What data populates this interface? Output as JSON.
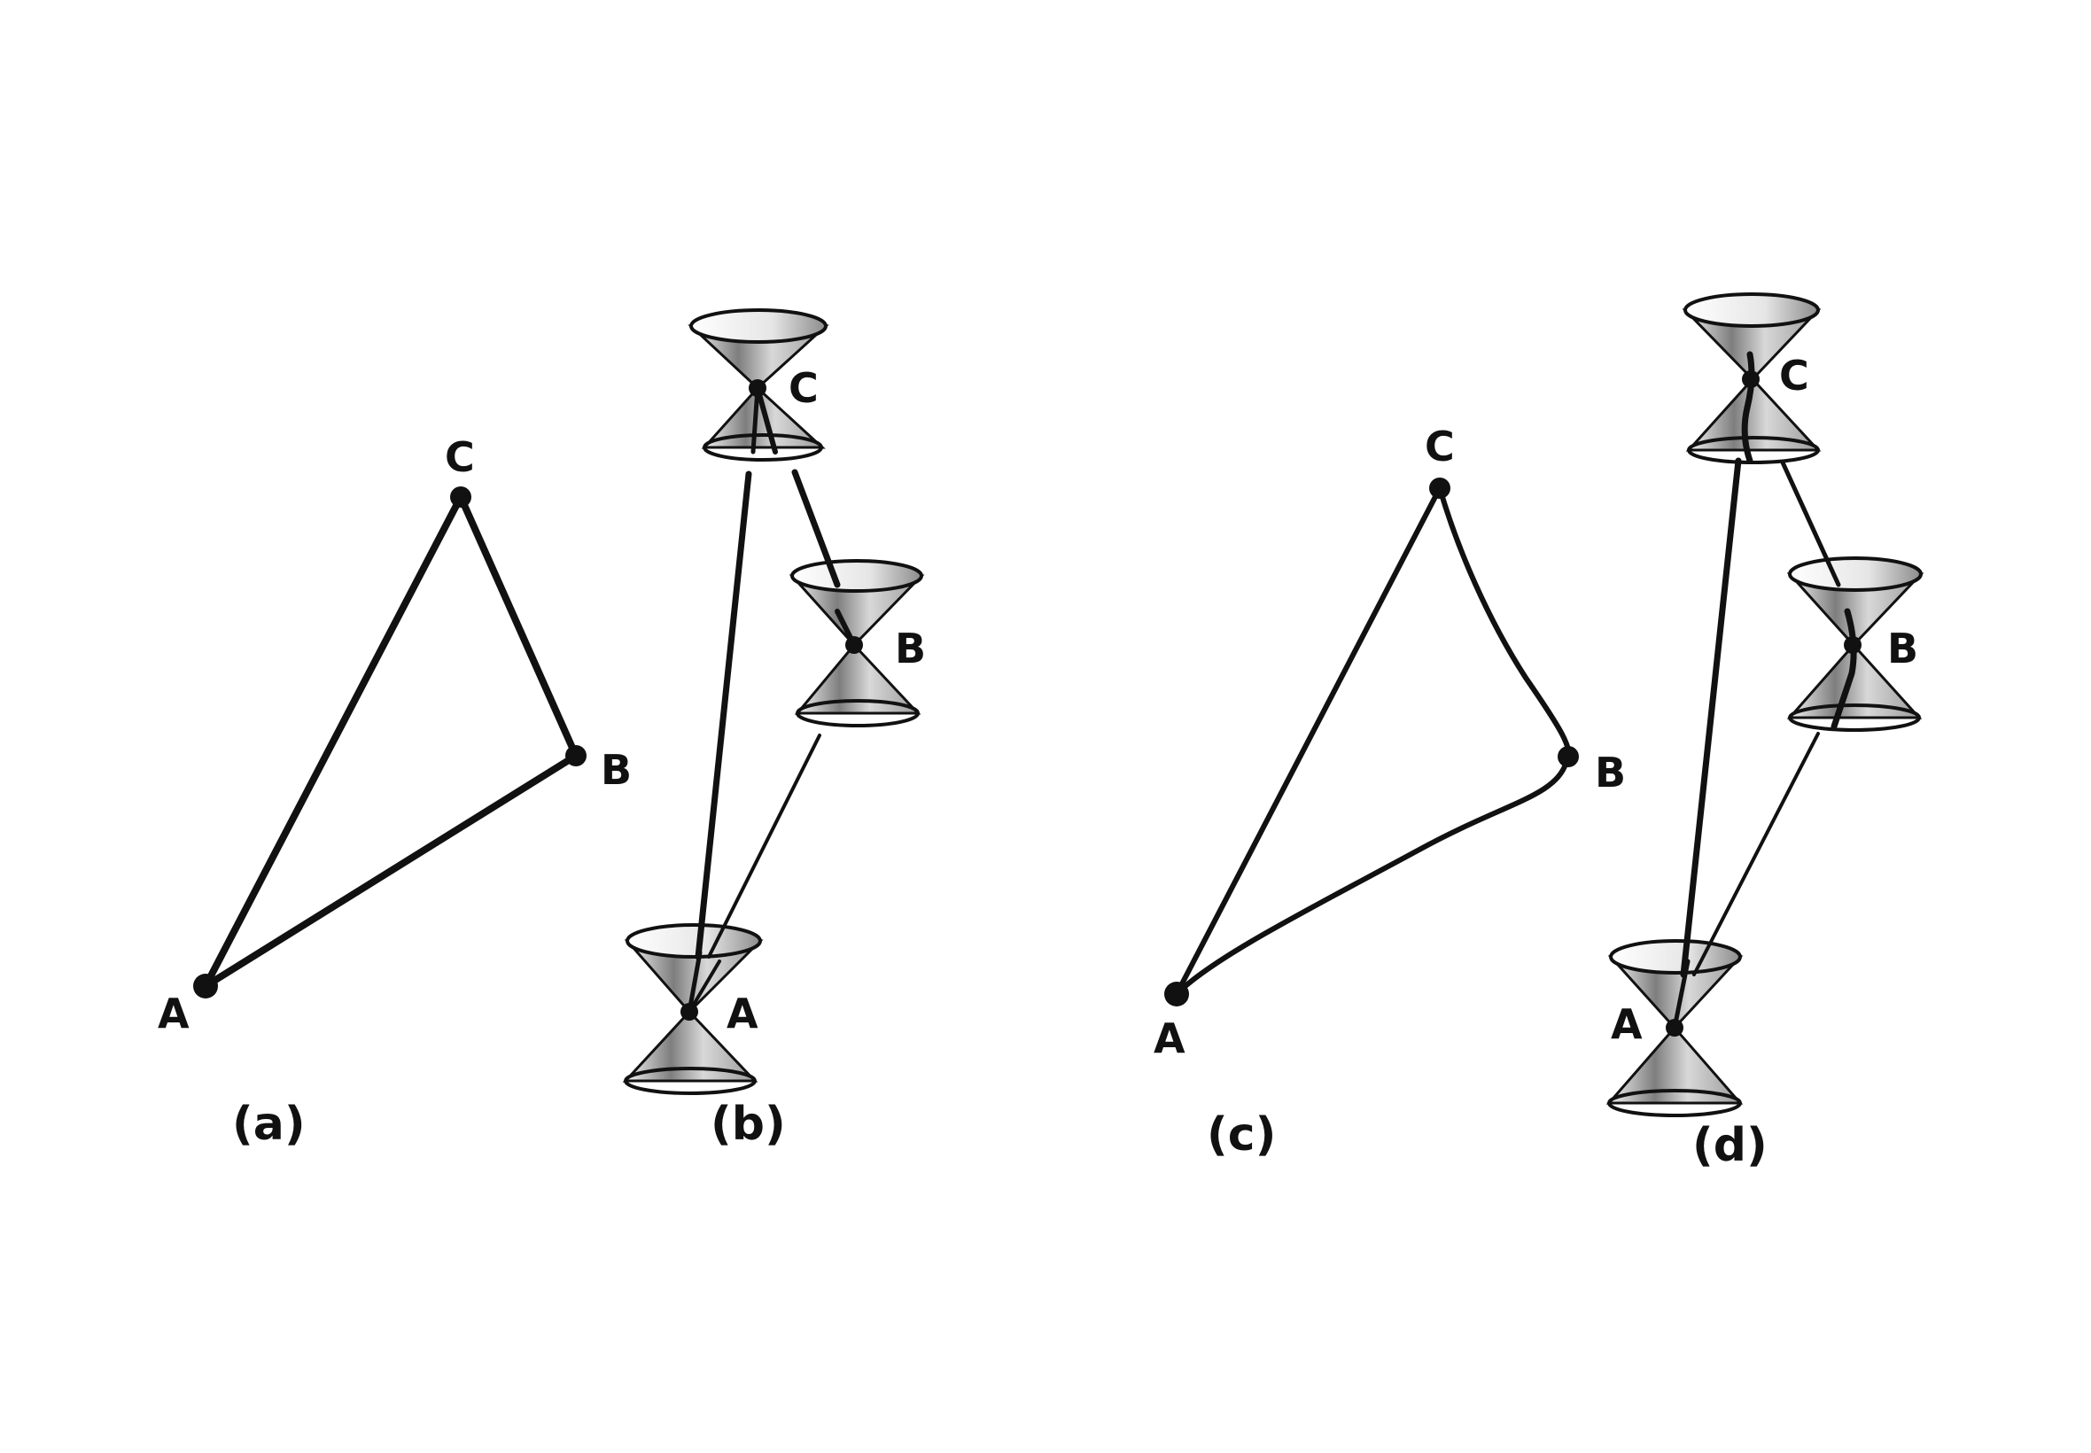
{
  "colors": {
    "ink": "#111111",
    "cone_light": "#f2f2f2",
    "cone_dark": "#8a8a8a",
    "background": "#ffffff"
  },
  "panels": {
    "a": {
      "caption": "(a)",
      "point_a": "A",
      "point_b": "B",
      "point_c": "C"
    },
    "b": {
      "caption": "(b)",
      "point_a": "A",
      "point_b": "B",
      "point_c": "C",
      "cone_icon": "light-cone-icon"
    },
    "c": {
      "caption": "(c)",
      "point_a": "A",
      "point_b": "B",
      "point_c": "C"
    },
    "d": {
      "caption": "(d)",
      "point_a": "A",
      "point_b": "B",
      "point_c": "C",
      "cone_icon": "light-cone-icon"
    }
  }
}
